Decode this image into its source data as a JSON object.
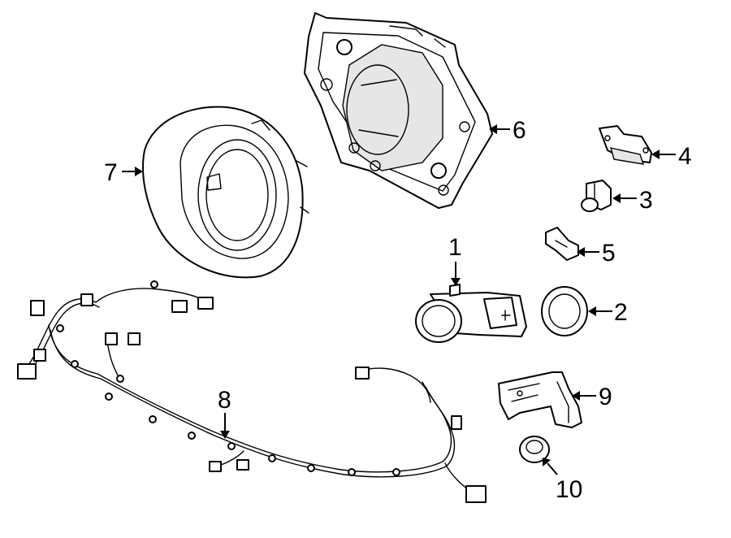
{
  "callouts": [
    {
      "id": "1",
      "label": "1",
      "part": "parking-sensor"
    },
    {
      "id": "2",
      "label": "2",
      "part": "sensor-bezel-ring"
    },
    {
      "id": "3",
      "label": "3",
      "part": "camera"
    },
    {
      "id": "4",
      "label": "4",
      "part": "camera-bracket"
    },
    {
      "id": "5",
      "label": "5",
      "part": "clip"
    },
    {
      "id": "6",
      "label": "6",
      "part": "sensor-mounting-bracket"
    },
    {
      "id": "7",
      "label": "7",
      "part": "sensor-cover"
    },
    {
      "id": "8",
      "label": "8",
      "part": "wiring-harness"
    },
    {
      "id": "9",
      "label": "9",
      "part": "sensor-retainer-bracket"
    },
    {
      "id": "10",
      "label": "10",
      "part": "plug"
    }
  ],
  "colors": {
    "ink": "#000000",
    "background": "#ffffff"
  }
}
